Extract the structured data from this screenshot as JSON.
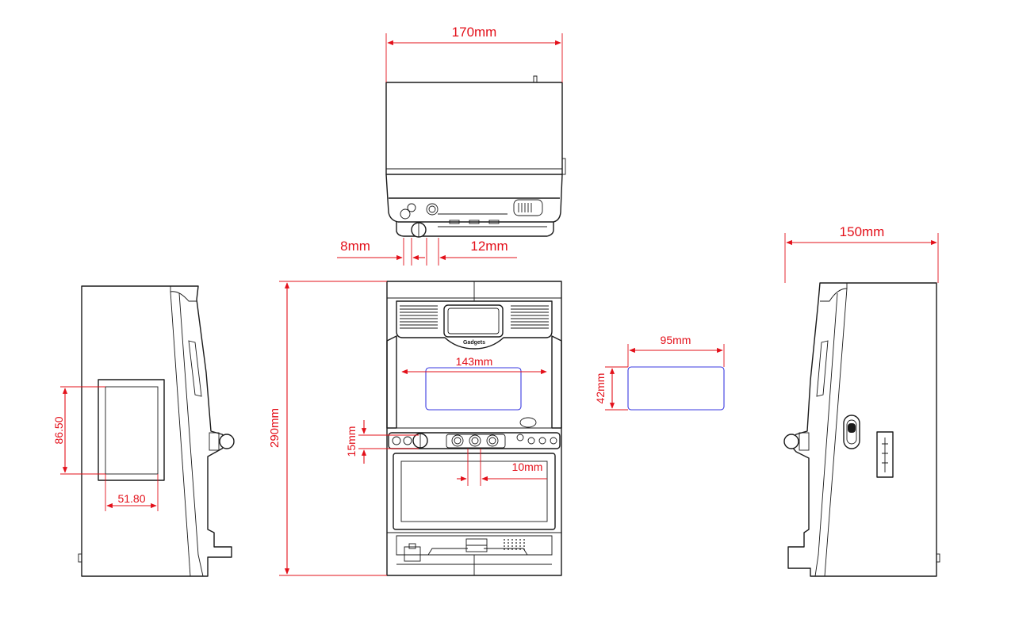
{
  "colors": {
    "outline": "#1a1a1a",
    "dimension": "#e3101a",
    "screen_area": "#3a3ae0",
    "background": "#ffffff"
  },
  "views": {
    "top": {
      "name": "top-view"
    },
    "front": {
      "name": "front-view",
      "brand": "Gadgets"
    },
    "left_side": {
      "name": "left-side-view"
    },
    "right_side": {
      "name": "right-side-view"
    }
  },
  "dimensions": {
    "top_width": "170mm",
    "top_gap_left": "8mm",
    "top_gap_right": "12mm",
    "side_depth": "150mm",
    "front_height": "290mm",
    "screen_width": "143mm",
    "panel_width": "95mm",
    "panel_height": "42mm",
    "button_height": "15mm",
    "button_spacing": "10mm",
    "side_window_height": "86.50",
    "side_window_width": "51.80"
  }
}
